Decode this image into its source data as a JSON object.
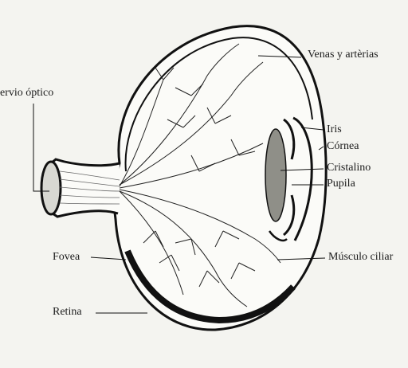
{
  "diagram": {
    "labels": {
      "venas": "Venas y artèrias",
      "nervio": "ervio óptico",
      "iris": "Iris",
      "cornea": "Córnea",
      "cristalino": "Cristalino",
      "pupila": "Pupila",
      "musculo": "Músculo ciliar",
      "fovea": "Fovea",
      "retina": "Retina"
    }
  }
}
